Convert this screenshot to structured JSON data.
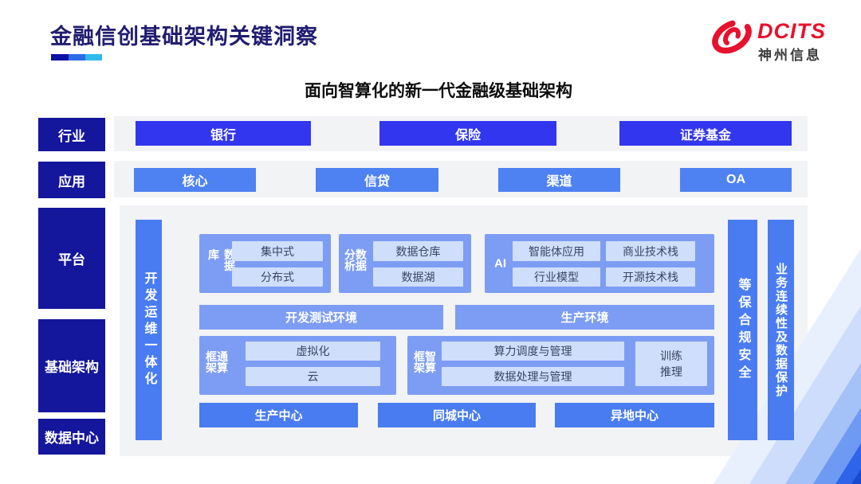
{
  "header": {
    "title": "金融信创基础架构关键洞察",
    "logo": {
      "brand": "DCITS",
      "company": "神州信息"
    }
  },
  "subtitle": "面向智算化的新一代金融级基础架构",
  "layers": {
    "industry": "行业",
    "application": "应用",
    "platform": "平台",
    "infrastructure": "基础架构",
    "datacenter": "数据中心"
  },
  "industry_items": [
    "银行",
    "保险",
    "证券基金"
  ],
  "application_items": [
    "核心",
    "信贷",
    "渠道",
    "OA"
  ],
  "platform_panel": {
    "devops_bar": "开发运维一体化",
    "security_bar": "等保合规安全",
    "continuity_bar": "业务连续性及数据保护",
    "database": {
      "label": "数据库",
      "items": [
        "集中式",
        "分布式"
      ]
    },
    "analytics": {
      "label": "数据分析",
      "items": [
        "数据仓库",
        "数据湖"
      ]
    },
    "ai": {
      "label": "AI",
      "items": [
        "智能体应用",
        "商业技术栈",
        "行业模型",
        "开源技术栈"
      ]
    },
    "environments": {
      "dev": "开发测试环境",
      "prod": "生产环境"
    },
    "general_compute": {
      "label": "通算框架",
      "items": [
        "虚拟化",
        "云"
      ]
    },
    "intelligent_compute": {
      "label": "智算框架",
      "items": [
        "算力调度与管理",
        "数据处理与管理"
      ],
      "side_box": "训练\n推理"
    },
    "centers": [
      "生产中心",
      "同城中心",
      "异地中心"
    ]
  },
  "colors": {
    "accent_navy": "#14169c",
    "industry_button": "#3236ef",
    "application_button": "#4e82f2",
    "bar_blue": "#4a7cf1",
    "group_blue": "#7d9df4",
    "chip_blue": "#cfdefb",
    "brand_red": "#e8112d"
  }
}
